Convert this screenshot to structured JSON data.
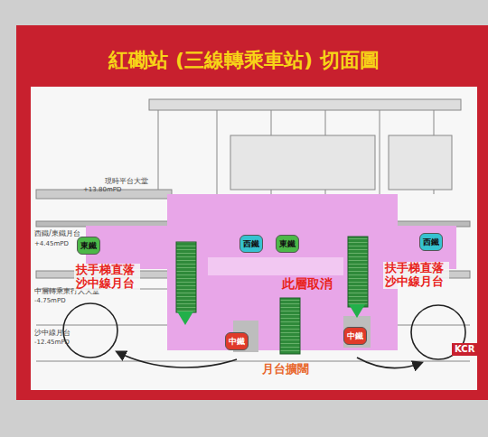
{
  "diagram": {
    "title": "紅磡站 (三線轉乘車站) 切面圖",
    "nodes": [
      {
        "text": [
          "東鐵"
        ]
      },
      {
        "text": [
          "西鐵"
        ]
      },
      {
        "text": [
          "東鐵"
        ]
      },
      {
        "text": [
          "西鐵"
        ]
      },
      {
        "text": [
          "中鐵"
        ]
      },
      {
        "text": [
          "中鐵"
        ]
      }
    ],
    "labels": [
      "現時平台大堂",
      "+13.80mPD",
      "西鐵/東鐵月台",
      "+4.45mPD",
      "中層轉乘東行人大堂",
      "-4.75mPD",
      "沙中線月台",
      "-12.45mPD",
      "扶手梯直落 沙中線月台",
      "此層取消",
      "扶手梯直落 沙中線月台",
      "月台擴闊",
      "KCR"
    ]
  }
}
